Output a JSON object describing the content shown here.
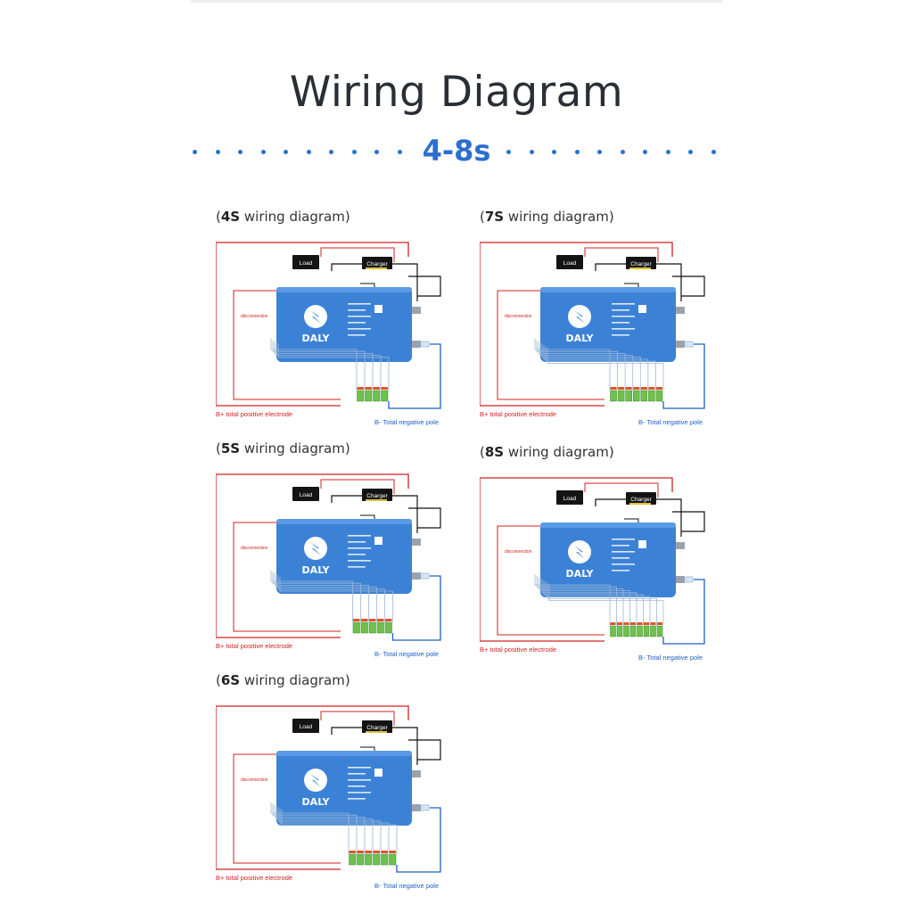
{
  "title": "Wiring Diagram",
  "subtitle": "4-8s",
  "colors": {
    "accent": "#2a6fd0",
    "bms_body": "#3b82d6",
    "wire_positive": "#d42020",
    "wire_negative": "#1f5fc2",
    "wire_balance": "#9fb8d8"
  },
  "device_labels": {
    "load": "Load",
    "charger": "Charger",
    "brand": "DALY",
    "disconnection": "disconnection",
    "positive": "B+ total positive electrode",
    "negative": "B- Total negative pole"
  },
  "diagrams": [
    {
      "prefix": "(",
      "series": "4S",
      "suffix": " wiring diagram)",
      "cells": 4
    },
    {
      "prefix": "(",
      "series": "7S",
      "suffix": " wiring diagram)",
      "cells": 7
    },
    {
      "prefix": "(",
      "series": "5S",
      "suffix": " wiring diagram)",
      "cells": 5
    },
    {
      "prefix": "(",
      "series": "8S",
      "suffix": " wiring diagram)",
      "cells": 8
    },
    {
      "prefix": "(",
      "series": "6S",
      "suffix": " wiring diagram)",
      "cells": 6
    }
  ]
}
